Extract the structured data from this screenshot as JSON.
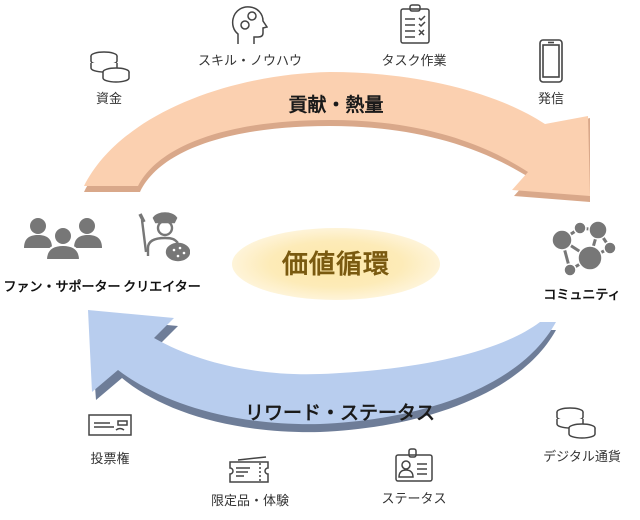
{
  "diagram": {
    "title": "価値循環",
    "top_arrow": {
      "label": "貢献・熱量",
      "direction": "left-to-right",
      "color": "#fbd0b0",
      "shadow_color": "#d9a88a"
    },
    "bottom_arrow": {
      "label": "リワード・ステータス",
      "direction": "right-to-left",
      "color": "#b8cdee",
      "shadow_color": "#6e7d98"
    },
    "center_color": "#7a5a10",
    "actors": {
      "fans": {
        "label": "ファン・サポーター",
        "icon": "people-group-icon"
      },
      "creator": {
        "label": "クリエイター",
        "icon": "artist-icon"
      },
      "community": {
        "label": "コミュニティ",
        "icon": "network-icon"
      }
    },
    "contributions": [
      {
        "label": "資金",
        "icon": "coins-icon"
      },
      {
        "label": "スキル・ノウハウ",
        "icon": "head-gears-icon"
      },
      {
        "label": "タスク作業",
        "icon": "checklist-icon"
      },
      {
        "label": "発信",
        "icon": "smartphone-icon"
      }
    ],
    "rewards": [
      {
        "label": "投票権",
        "icon": "ticket-card-icon"
      },
      {
        "label": "限定品・体験",
        "icon": "event-ticket-icon"
      },
      {
        "label": "ステータス",
        "icon": "id-badge-icon"
      },
      {
        "label": "デジタル通貨",
        "icon": "coins-icon"
      }
    ]
  }
}
